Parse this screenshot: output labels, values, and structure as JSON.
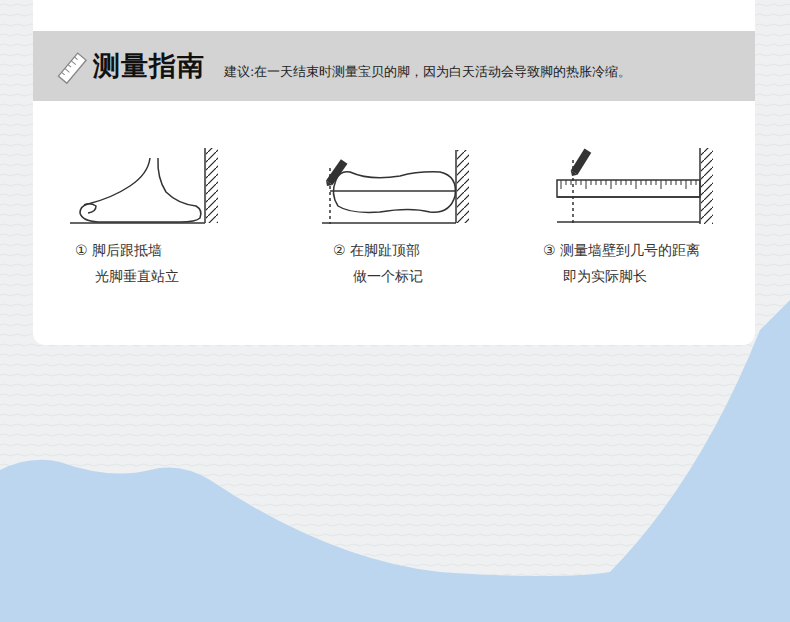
{
  "diagram": {
    "title": "测量指南",
    "labels": [
      "建议:在一天结束时测量宝贝的脚，因为白天活动会导致脚的热胀冷缩。",
      "① 脚后跟抵墙 光脚垂直站立",
      "② 在脚趾顶部 做一个标记",
      "③ 测量墙壁到几号的距离 即为实际脚长"
    ]
  }
}
